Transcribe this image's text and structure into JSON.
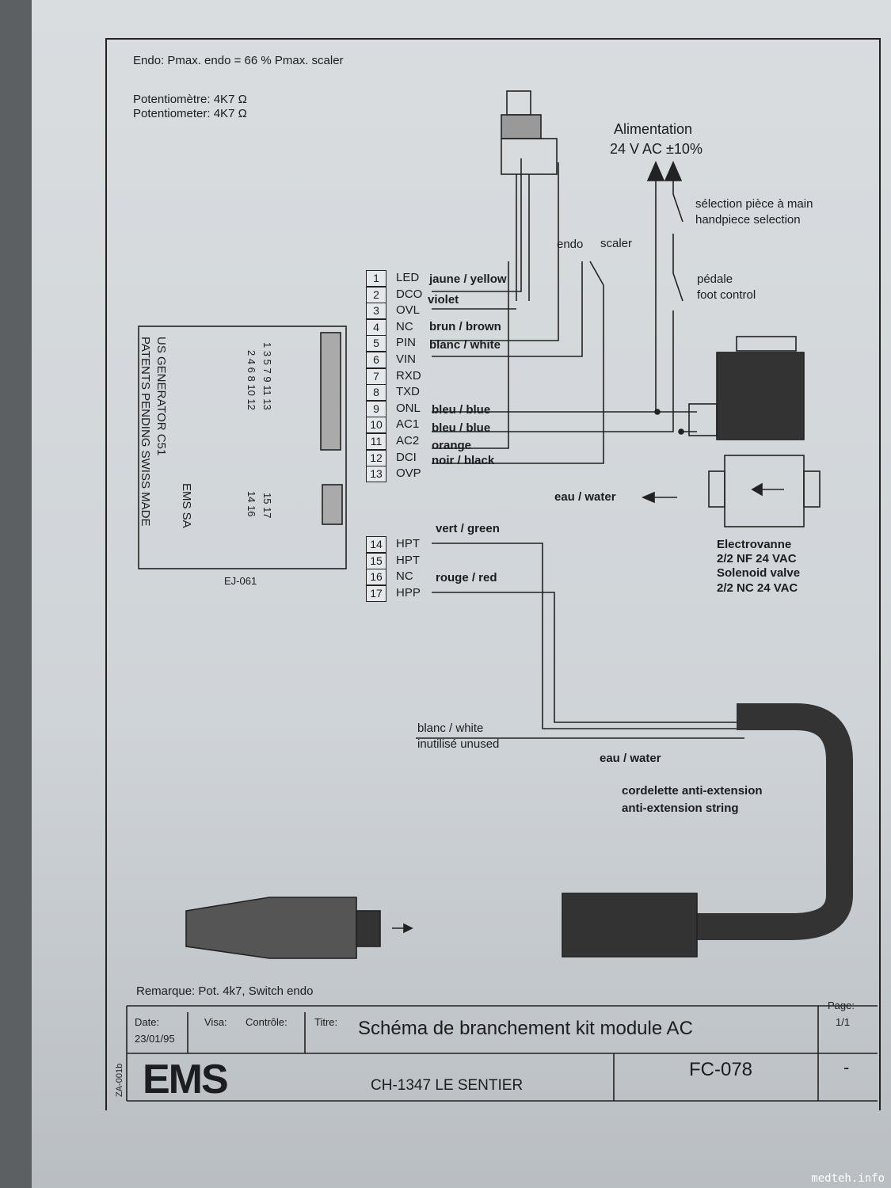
{
  "notes": {
    "endo": "Endo: Pmax. endo = 66 % Pmax. scaler",
    "pot_fr": "Potentiomètre: 4K7 Ω",
    "pot_en": "Potentiometer: 4K7 Ω"
  },
  "power": {
    "title": "Alimentation",
    "voltage": "24 V AC ±10%",
    "sel_fr": "sélection pièce à main",
    "sel_en": "handpiece selection",
    "pedal_fr": "pédale",
    "pedal_en": "foot control"
  },
  "switch": {
    "endo": "endo",
    "scaler": "scaler"
  },
  "board": {
    "line1": "US GENERATOR  C51",
    "brand": "EMS SA",
    "line2": "PATENTS PENDING  SWISS MADE",
    "pins_top_odd": "1 3 5 7 9 11 13",
    "pins_top_even": "2 4 6 8 10 12",
    "pins_bot_odd": "15 17",
    "pins_bot_even": "14 16",
    "label": "EJ-061"
  },
  "connector1": [
    {
      "n": "1",
      "name": "LED"
    },
    {
      "n": "2",
      "name": "DCO"
    },
    {
      "n": "3",
      "name": "OVL"
    },
    {
      "n": "4",
      "name": "NC"
    },
    {
      "n": "5",
      "name": "PIN"
    },
    {
      "n": "6",
      "name": "VIN"
    },
    {
      "n": "7",
      "name": "RXD"
    },
    {
      "n": "8",
      "name": "TXD"
    },
    {
      "n": "9",
      "name": "ONL"
    },
    {
      "n": "10",
      "name": "AC1"
    },
    {
      "n": "11",
      "name": "AC2"
    },
    {
      "n": "12",
      "name": "DCI"
    },
    {
      "n": "13",
      "name": "OVP"
    }
  ],
  "connector2": [
    {
      "n": "14",
      "name": "HPT"
    },
    {
      "n": "15",
      "name": "HPT"
    },
    {
      "n": "16",
      "name": "NC"
    },
    {
      "n": "17",
      "name": "HPP"
    }
  ],
  "wires": {
    "yellow": "jaune / yellow",
    "violet": "violet",
    "brown": "brun / brown",
    "white": "blanc / white",
    "blue1": "bleu / blue",
    "blue2": "bleu / blue",
    "orange": "orange",
    "black": "noir / black",
    "green": "vert / green",
    "red": "rouge / red"
  },
  "valve": {
    "water": "eau / water",
    "l1": "Electrovanne",
    "l2": "2/2 NF 24 VAC",
    "l3": "Solenoid valve",
    "l4": "2/2 NC 24 VAC"
  },
  "cable": {
    "white": "blanc   / white",
    "unused": "inutilisé   unused",
    "water": "eau / water",
    "string_fr": "cordelette anti-extension",
    "string_en": "anti-extension string"
  },
  "titleblock": {
    "remark": "Remarque: Pot. 4k7, Switch endo",
    "date_label": "Date:",
    "date": "23/01/95",
    "visa_label": "Visa:",
    "control_label": "Contrôle:",
    "title_label": "Titre:",
    "title": "Schéma de branchement kit module AC",
    "page_label": "Page:",
    "page": "1/1",
    "logo": "EMS",
    "address": "CH-1347 LE SENTIER",
    "doc_no": "FC-078",
    "rev": "-",
    "form_id": "ZA-001b"
  },
  "watermark": "medteh.info"
}
